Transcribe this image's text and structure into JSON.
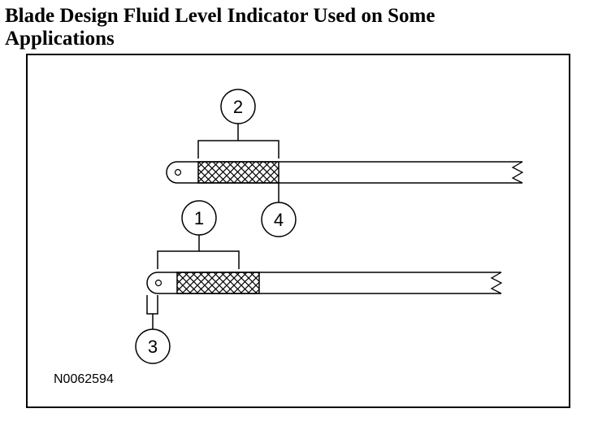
{
  "title": {
    "line1": "Blade Design Fluid Level Indicator Used on Some",
    "line2": "Applications"
  },
  "callouts": {
    "c1": "1",
    "c2": "2",
    "c3": "3",
    "c4": "4"
  },
  "reference_id": "N0062594"
}
